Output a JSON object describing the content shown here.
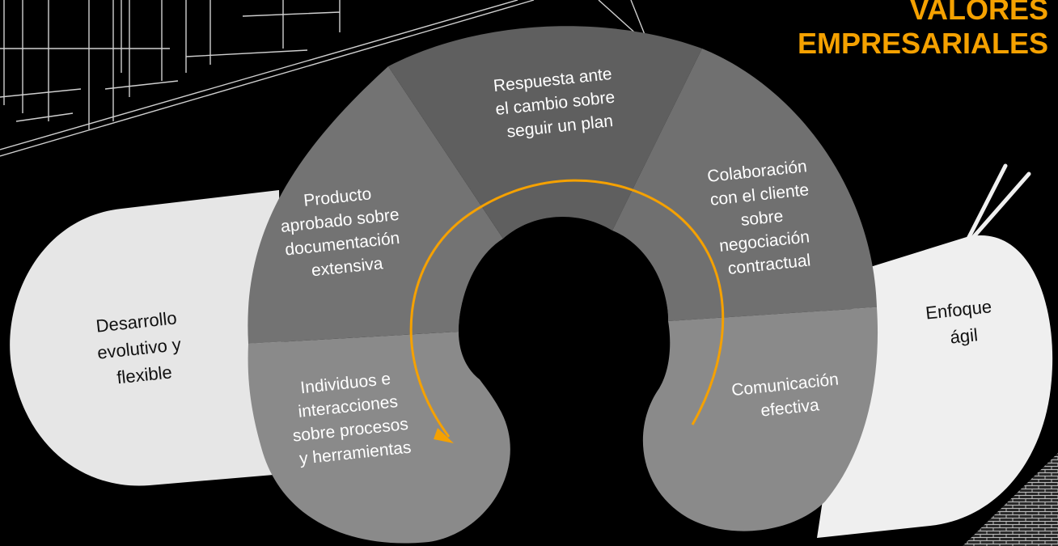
{
  "title": {
    "line1": "VALORES",
    "line2": "EMPRESARIALES"
  },
  "left_pill": {
    "lines": [
      "Desarrollo",
      "evolutivo  y",
      "flexible"
    ]
  },
  "right_pill": {
    "lines": [
      "Enfoque",
      "ágil"
    ]
  },
  "segments": {
    "top": {
      "lines": [
        "Respuesta ante",
        "el cambio sobre",
        "seguir un plan"
      ]
    },
    "upper_left": {
      "lines": [
        "Producto",
        "aprobado sobre",
        "documentación",
        "extensiva"
      ]
    },
    "upper_right": {
      "lines": [
        "Colaboración",
        "con el cliente",
        "sobre",
        "negociación",
        "contractual"
      ]
    },
    "lower_left": {
      "lines": [
        "Individuos e",
        "interacciones",
        "sobre procesos",
        "y herramientas"
      ]
    },
    "lower_right": {
      "lines": [
        "Comunicación",
        "efectiva"
      ]
    }
  },
  "colors": {
    "accent": "#f5a100",
    "pill": "#e6e6e6",
    "segment_light": "#8a8a8a",
    "segment_mid": "#6f6f6f",
    "segment_dark": "#5d5d5d",
    "background": "#000000"
  }
}
